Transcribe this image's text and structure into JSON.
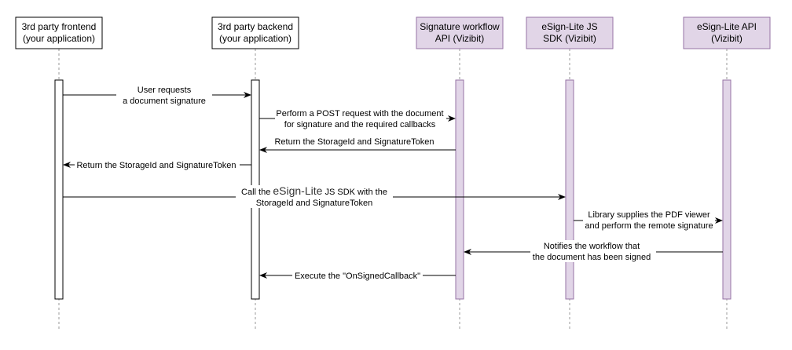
{
  "colors": {
    "white_box_fill": "#ffffff",
    "white_box_stroke": "#000000",
    "purple_box_fill": "#e1d5e7",
    "purple_box_stroke": "#9673a6",
    "line": "#000000",
    "dashed": "#999999"
  },
  "participants": [
    {
      "id": "frontend",
      "line1": "3rd party frontend",
      "line2": "(your application)",
      "style": "white"
    },
    {
      "id": "backend",
      "line1": "3rd party backend",
      "line2": "(your application)",
      "style": "white"
    },
    {
      "id": "workflow",
      "line1": "Signature workflow",
      "line2": "API (Vizibit)",
      "style": "purple"
    },
    {
      "id": "sdk",
      "line1": "eSign-Lite JS",
      "line2": "SDK (Vizibit)",
      "style": "purple"
    },
    {
      "id": "api",
      "line1": "eSign-Lite API",
      "line2": "(Vizibit)",
      "style": "purple"
    }
  ],
  "messages": [
    {
      "id": "m1",
      "from": "frontend",
      "to": "backend",
      "line1": "User requests",
      "line2": "a document signature"
    },
    {
      "id": "m2",
      "from": "backend",
      "to": "workflow",
      "line1": "Perform a POST request with the document",
      "line2": "for signature and the required callbacks"
    },
    {
      "id": "m3",
      "from": "workflow",
      "to": "backend",
      "line1": "Return the StorageId and SignatureToken",
      "line2": ""
    },
    {
      "id": "m4",
      "from": "backend",
      "to": "frontend",
      "line1": "Return the StorageId and SignatureToken",
      "line2": ""
    },
    {
      "id": "m5",
      "from": "frontend",
      "to": "sdk",
      "line1_pre": "Call the ",
      "line1_big": "eSign-Lite",
      "line1_post": " JS SDK with the",
      "line2": "StorageId and SignatureToken"
    },
    {
      "id": "m6",
      "from": "sdk",
      "to": "api",
      "line1": "Library supplies the PDF viewer",
      "line2": "and perform the remote signature"
    },
    {
      "id": "m7",
      "from": "api",
      "to": "workflow",
      "line1": "Notifies the workflow that",
      "line2": "the document has been signed"
    },
    {
      "id": "m8",
      "from": "workflow",
      "to": "backend",
      "line1": "Execute the \"OnSignedCallback\"",
      "line2": ""
    }
  ]
}
